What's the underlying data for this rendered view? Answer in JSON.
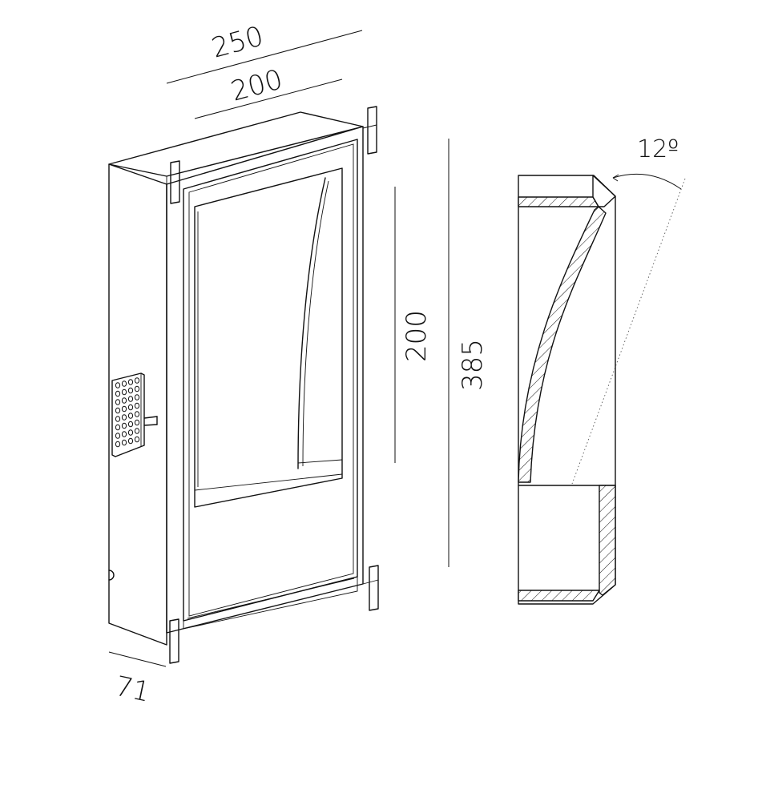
{
  "dimensions": {
    "total_width": "250",
    "recess_width": "200",
    "depth": "71",
    "window_height": "200",
    "total_height": "385",
    "tilt_angle": "12º"
  }
}
